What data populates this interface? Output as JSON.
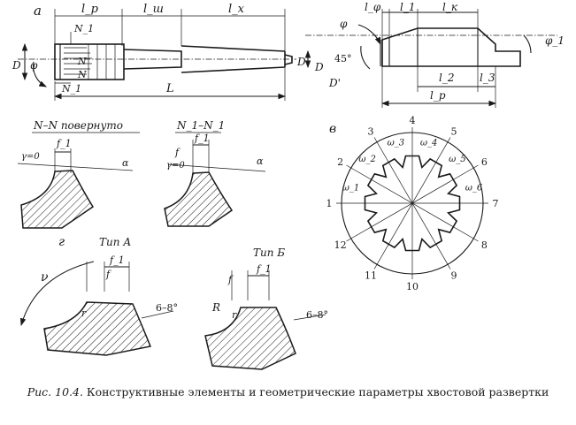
{
  "views": {
    "a": {
      "label": "а",
      "dims": [
        "l_p",
        "l_ш",
        "l_x",
        "L"
      ],
      "marks": [
        "N_1",
        "N",
        "N",
        "N_1",
        "D",
        "D",
        "φ"
      ]
    },
    "top_right": {
      "dims": [
        "l_φ",
        "l_1",
        "l_к",
        "l_2",
        "l_3",
        "l_p"
      ],
      "marks": [
        "φ",
        "φ_1",
        "45°",
        "D",
        "D'"
      ]
    },
    "nn": {
      "title": "N–N повернуто",
      "marks": [
        "f_1",
        "γ=0",
        "α"
      ]
    },
    "n1n1": {
      "title": "N_1–N_1",
      "marks": [
        "f_1",
        "f",
        "γ=0",
        "α"
      ]
    },
    "v": {
      "label": "в",
      "omega": [
        "ω_1",
        "ω_2",
        "ω_3",
        "ω_4",
        "ω_5",
        "ω_6"
      ],
      "numbers": [
        "1",
        "2",
        "3",
        "4",
        "5",
        "6",
        "7",
        "8",
        "9",
        "10",
        "11",
        "12"
      ]
    },
    "g": {
      "label": "г",
      "type_a": "Тип А",
      "type_b": "Тип Б",
      "marks": [
        "f_1",
        "f",
        "6–8°",
        "ν",
        "r",
        "R"
      ]
    }
  },
  "caption": {
    "label": "Рис. 10.4.",
    "text": "Конструктивные элементы и геометрические параметры хвостовой развертки"
  }
}
